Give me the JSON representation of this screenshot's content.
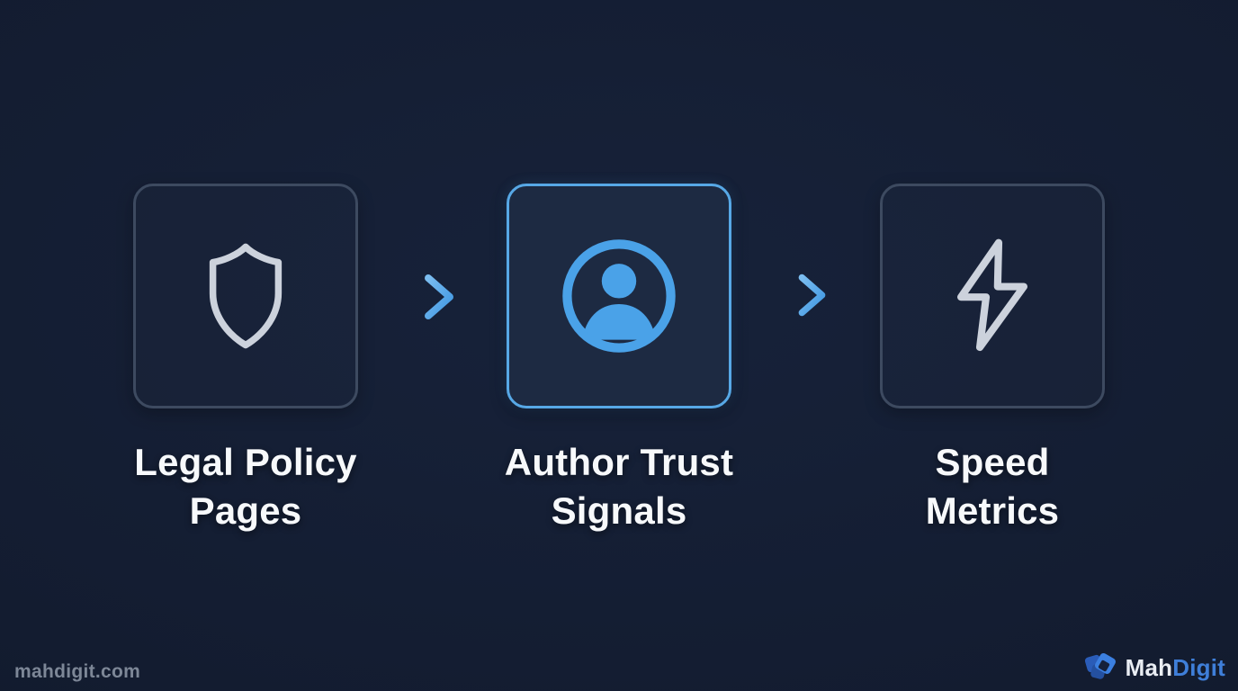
{
  "steps": [
    {
      "label": "Legal Policy\nPages",
      "icon": "shield-icon",
      "active": false
    },
    {
      "label": "Author Trust\nSignals",
      "icon": "user-icon",
      "active": true
    },
    {
      "label": "Speed\nMetrics",
      "icon": "lightning-icon",
      "active": false
    }
  ],
  "footer": {
    "watermark": "mahdigit.com",
    "brand_prefix": "Mah",
    "brand_suffix": "Digit"
  },
  "colors": {
    "background": "#131c30",
    "accent_blue": "#4aa2e8",
    "active_border": "#57a8e6",
    "muted_border": "#3d4a60",
    "muted_icon": "#ccd2dc",
    "label_text": "#f7f9fb",
    "watermark_text": "#7d8797",
    "brand_suffix_blue": "#3f7fd9"
  }
}
